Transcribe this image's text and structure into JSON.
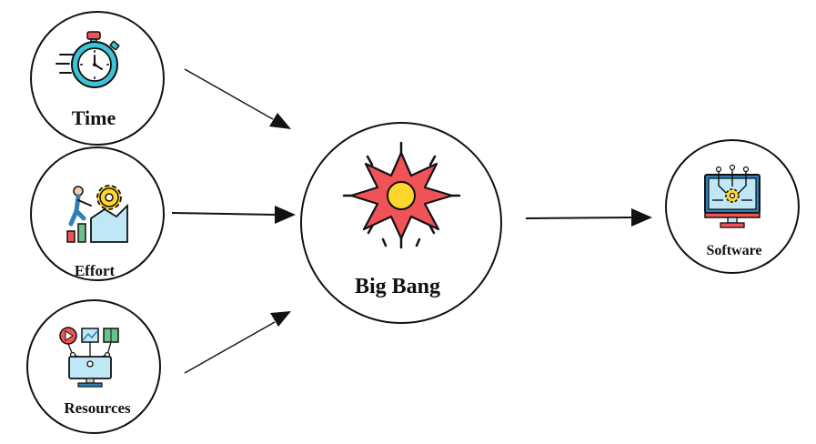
{
  "nodes": {
    "time": {
      "label": "Time",
      "icon": "stopwatch-icon"
    },
    "effort": {
      "label": "Effort",
      "icon": "climber-gear-icon"
    },
    "resources": {
      "label": "Resources",
      "icon": "media-network-icon"
    },
    "big_bang": {
      "label": "Big Bang",
      "icon": "explosion-icon"
    },
    "software": {
      "label": "Software",
      "icon": "monitor-circuit-icon"
    }
  },
  "colors": {
    "outline": "#111111",
    "teal": "#3cc3d6",
    "red": "#ef5257",
    "yellow": "#ffd62e",
    "blue": "#2f7fb8",
    "green": "#6cc08b",
    "light_blue": "#bfe7f5"
  }
}
